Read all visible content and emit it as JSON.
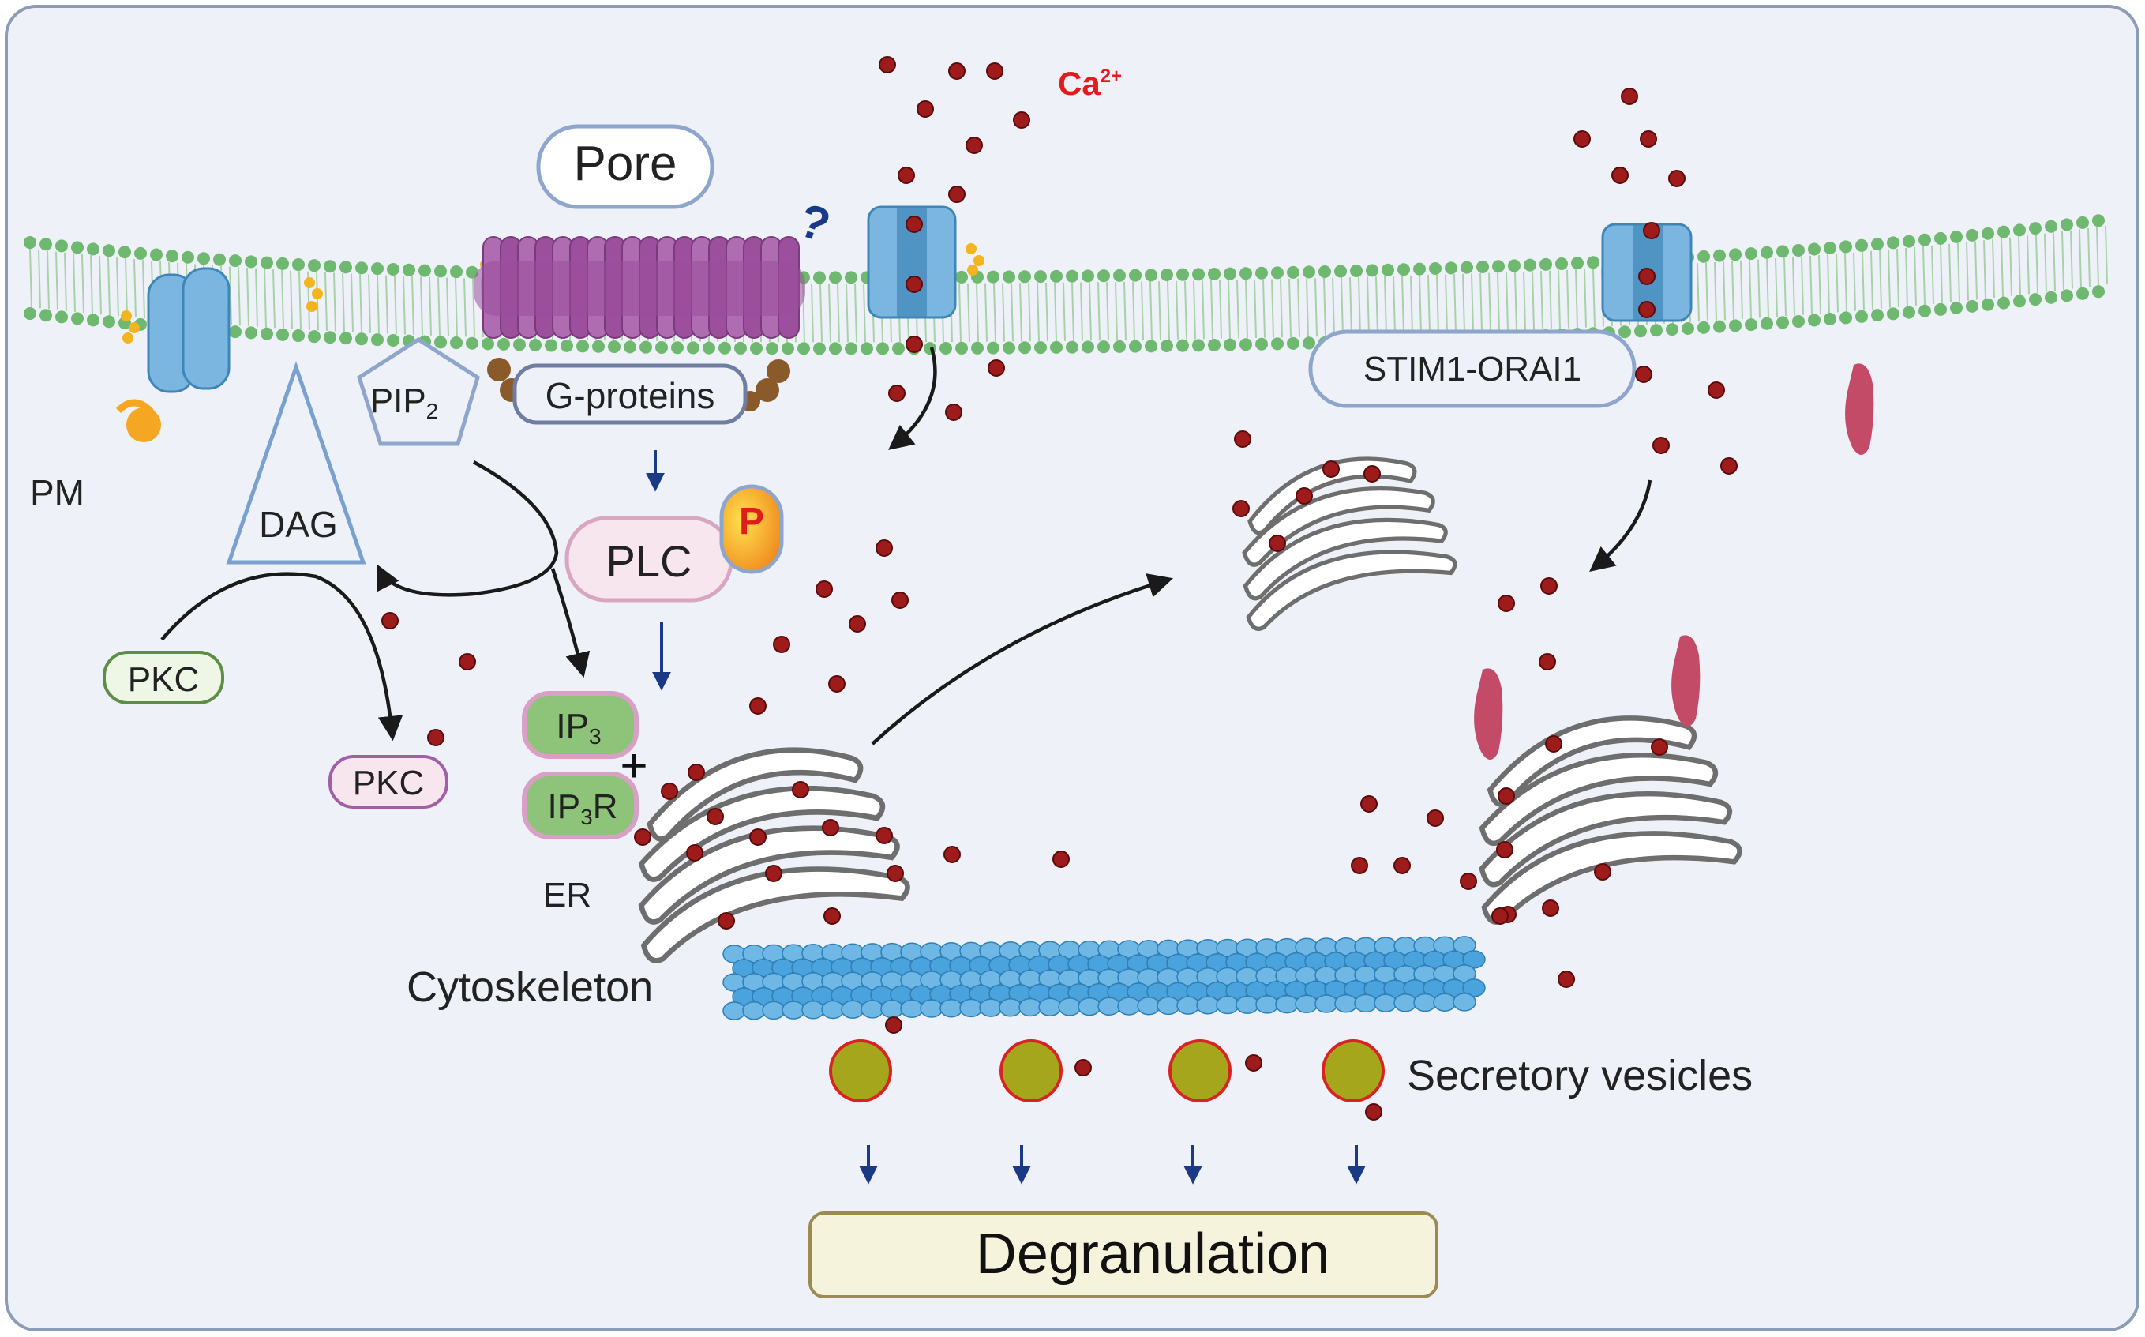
{
  "labels": {
    "pore": "Pore",
    "question": "?",
    "calcium": "Ca",
    "calcium_charge": "2+",
    "g_proteins": "G-proteins",
    "pip": "PIP",
    "pip_sub": "2",
    "pm": "PM",
    "dag": "DAG",
    "plc": "PLC",
    "phospho": "P",
    "pkc_left": "PKC",
    "pkc_bottom": "PKC",
    "ip3": "IP",
    "ip3_sub": "3",
    "plus": "+",
    "ip3r_a": "IP",
    "ip3r_sub": "3",
    "ip3r_b": "R",
    "er": "ER",
    "stim": "STIM1-ORAI1",
    "cytoskeleton": "Cytoskeleton",
    "secretory": "Secretory vesicles",
    "degranulation": "Degranulation"
  },
  "colors": {
    "background": "#eef2f8",
    "frame_border": "#8c9cb8",
    "membrane_head": "#6fb86f",
    "membrane_tail": "#a9d1a9",
    "channel": "#7ab6df",
    "channel_dark": "#3f86b8",
    "pore_purple": "#9b4f9c",
    "calcium_dot": "#9e1b1b",
    "calcium_label": "#e01d1d",
    "er_stroke": "#6e6e6e",
    "cytoskeleton": "#4aa3dc",
    "vesicle_fill": "#a6a61c",
    "vesicle_stroke": "#d92222",
    "small_arrow": "#1a3a86",
    "degranulation_fill": "#f6f3dc",
    "degranulation_stroke": "#9b8a52",
    "pill_blue_stroke": "#8ea6cc",
    "pill_pink_fill": "#f8e6ef",
    "pill_pink_stroke": "#d8a6c0",
    "pkc_green_fill": "#eef7e6",
    "pkc_green_stroke": "#5c8f45",
    "ip3_fill": "#8ec47a",
    "ip3_stroke": "#d8a0c4",
    "phospho_orange": "#f5a623",
    "granule_red": "#c44b68"
  }
}
